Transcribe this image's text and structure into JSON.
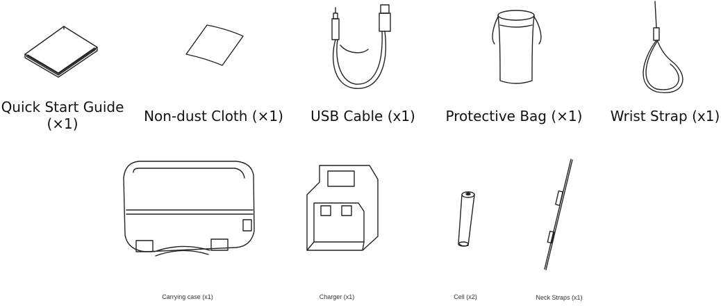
{
  "items": [
    {
      "id": "quick-start-guide",
      "label": "Quick Start Guide\n(×1)",
      "line1": "Quick Start Guide",
      "line2": "(×1)",
      "icon": "booklet-icon"
    },
    {
      "id": "non-dust-cloth",
      "label": "Non-dust Cloth (×1)",
      "icon": "cloth-icon"
    },
    {
      "id": "usb-cable",
      "label": "USB Cable (x1)",
      "icon": "usb-cable-icon"
    },
    {
      "id": "protective-bag",
      "label": "Protective Bag (×1)",
      "icon": "drawstring-bag-icon"
    },
    {
      "id": "wrist-strap",
      "label": "Wrist Strap (x1)",
      "icon": "wrist-strap-icon"
    },
    {
      "id": "carrying-case",
      "label": "Carrying case (x1)",
      "icon": "carrying-case-icon"
    },
    {
      "id": "charger",
      "label": "Charger (x1)",
      "icon": "charger-icon"
    },
    {
      "id": "cell",
      "label": "Cell (x2)",
      "icon": "battery-icon"
    },
    {
      "id": "neck-straps",
      "label": "Neck Straps (x1)",
      "icon": "neck-strap-icon"
    }
  ]
}
